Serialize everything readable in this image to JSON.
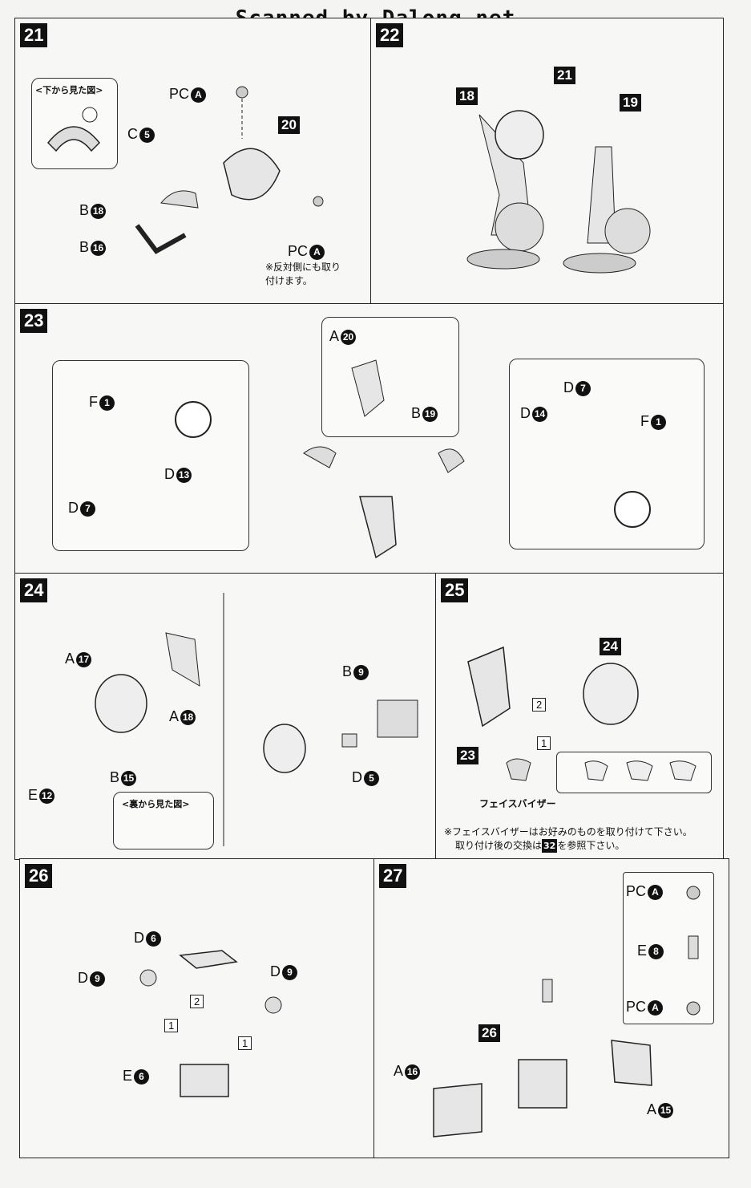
{
  "header": "Scanned by Dalong.net",
  "steps": {
    "s21": {
      "num": "21",
      "view_label": "<下から見た図>",
      "pc_a_top": "PC",
      "c5": "C",
      "n20": "20",
      "b18": "B",
      "b16": "B",
      "pc_a_bot": "PC",
      "note1": "※反対側にも取り",
      "note2": "付けます。",
      "ids": {
        "a": "A",
        "five": "5",
        "eighteen": "18",
        "sixteen": "16"
      }
    },
    "s22": {
      "num": "22",
      "n18": "18",
      "n21": "21",
      "n19": "19"
    },
    "s23": {
      "num": "23",
      "f1a": "F",
      "d7a": "D",
      "d13": "D",
      "a20": "A",
      "b19": "B",
      "d7b": "D",
      "d14": "D",
      "f1b": "F",
      "ids": {
        "one": "1",
        "seven": "7",
        "thirteen": "13",
        "twenty": "20",
        "nineteen": "19",
        "fourteen": "14"
      }
    },
    "s24": {
      "num": "24",
      "a17": "A",
      "a18": "A",
      "b15": "B",
      "e12": "E",
      "b9": "B",
      "d5": "D",
      "back_view": "<裏から見た図>",
      "ids": {
        "seventeen": "17",
        "eighteen": "18",
        "fifteen": "15",
        "twelve": "12",
        "nine": "9",
        "five": "5"
      }
    },
    "s25": {
      "num": "25",
      "n24": "24",
      "n23": "23",
      "box2": "2",
      "box1": "1",
      "visor": "フェイスバイザー",
      "note1": "※フェイスバイザーはお好みのものを取り付けて下さい。",
      "note2a": "取り付け後の交換は",
      "note2b": "32",
      "note2c": "を参照下さい。"
    },
    "s26": {
      "num": "26",
      "d6": "D",
      "d9a": "D",
      "d9b": "D",
      "e6": "E",
      "box2": "2",
      "box1a": "1",
      "box1b": "1",
      "ids": {
        "six": "6",
        "nine": "9"
      }
    },
    "s27": {
      "num": "27",
      "pc_top": "PC",
      "e8": "E",
      "pc_bot": "PC",
      "n26": "26",
      "a16": "A",
      "a15": "A",
      "ids": {
        "a": "A",
        "eight": "8",
        "sixteen": "16",
        "fifteen": "15"
      }
    }
  }
}
